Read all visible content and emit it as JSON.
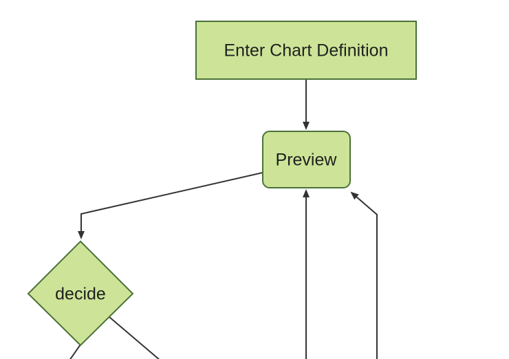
{
  "diagram": {
    "type": "flowchart",
    "direction": "top-down",
    "nodes": [
      {
        "id": "A",
        "label": "Enter Chart Definition",
        "shape": "rectangle"
      },
      {
        "id": "B",
        "label": "Preview",
        "shape": "rounded-rectangle"
      },
      {
        "id": "C",
        "label": "decide",
        "shape": "diamond"
      }
    ],
    "edges": [
      {
        "from": "A",
        "to": "B",
        "arrow": true
      },
      {
        "from": "B",
        "to": "C",
        "arrow": true
      },
      {
        "from": "C",
        "to": "offscreen-bottom-left",
        "arrow": false
      },
      {
        "from": "C",
        "to": "offscreen-bottom-right",
        "arrow": false
      },
      {
        "from": "offscreen-bottom",
        "to": "B",
        "arrow": true
      },
      {
        "from": "offscreen-bottom-right",
        "to": "B",
        "arrow": true
      }
    ]
  },
  "theme": {
    "background": "#ffffff",
    "node_fill": "#cde498",
    "node_stroke": "#4a7136",
    "edge_color": "#333333",
    "text_color": "#1f1f1f"
  }
}
